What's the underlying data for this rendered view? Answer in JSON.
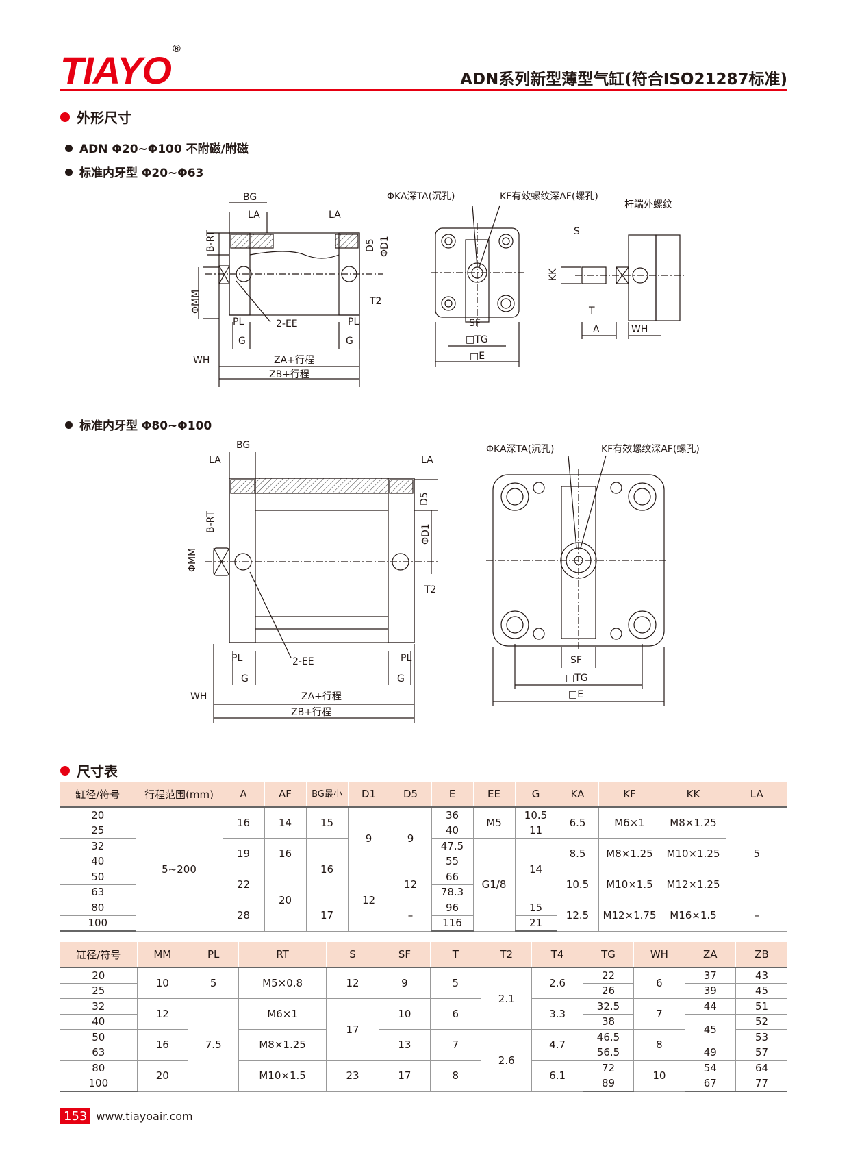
{
  "brand": {
    "name": "TIAYO",
    "reg": "®"
  },
  "header": {
    "title": "ADN系列新型薄型气缸(符合ISO21287标准)"
  },
  "section_dims": "外形尺寸",
  "sub1": "ADN Φ20~Φ100 不附磁/附磁",
  "sub2": "标准内牙型 Φ20~Φ63",
  "sub3": "标准内牙型 Φ80~Φ100",
  "section_table": "尺寸表",
  "drawing_labels": {
    "BG": "BG",
    "LA": "LA",
    "BRT": "B-RT",
    "MM": "ΦMM",
    "D5": "D5",
    "D1": "ΦD1",
    "T2": "T2",
    "PL": "PL",
    "EE": "2-EE",
    "G": "G",
    "WH": "WH",
    "ZA": "ZA+行程",
    "ZB": "ZB+行程",
    "KA": "ΦKA深TA(沉孔)",
    "KF": "KF有效螺纹深AF(螺孔)",
    "SF": "SF",
    "TG": "□TG",
    "E": "□E",
    "rod": "杆端外螺纹",
    "S": "S",
    "KK": "KK",
    "T": "T",
    "A": "A"
  },
  "table1": {
    "headers": [
      "缸径/符号",
      "行程范围(mm)",
      "A",
      "AF",
      "BG最小",
      "D1",
      "D5",
      "E",
      "EE",
      "G",
      "KA",
      "KF",
      "KK",
      "LA"
    ],
    "bores": [
      "20",
      "25",
      "32",
      "40",
      "50",
      "63",
      "80",
      "100"
    ],
    "stroke": "5~200",
    "A": [
      "16",
      "19",
      "22",
      "28"
    ],
    "AF": [
      "14",
      "16",
      "20"
    ],
    "BG": [
      "15",
      "16",
      "17"
    ],
    "D1": [
      "9",
      "12"
    ],
    "D5": [
      "9",
      "12",
      "–"
    ],
    "E": [
      "36",
      "40",
      "47.5",
      "55",
      "66",
      "78.3",
      "96",
      "116"
    ],
    "EE": [
      "M5",
      "G1/8"
    ],
    "G": [
      "10.5",
      "11",
      "14",
      "15",
      "21"
    ],
    "KA": [
      "6.5",
      "8.5",
      "10.5",
      "12.5"
    ],
    "KF": [
      "M6×1",
      "M8×1.25",
      "M10×1.5",
      "M12×1.75"
    ],
    "KK": [
      "M8×1.25",
      "M10×1.25",
      "M12×1.25",
      "M16×1.5"
    ],
    "LA": [
      "5",
      "–"
    ]
  },
  "table2": {
    "headers": [
      "缸径/符号",
      "MM",
      "PL",
      "RT",
      "S",
      "SF",
      "T",
      "T2",
      "T4",
      "TG",
      "WH",
      "ZA",
      "ZB"
    ],
    "bores": [
      "20",
      "25",
      "32",
      "40",
      "50",
      "63",
      "80",
      "100"
    ],
    "MM": [
      "10",
      "12",
      "16",
      "20"
    ],
    "PL": [
      "5",
      "7.5"
    ],
    "RT": [
      "M5×0.8",
      "M6×1",
      "M8×1.25",
      "M10×1.5"
    ],
    "S": [
      "12",
      "17",
      "23"
    ],
    "SF": [
      "9",
      "10",
      "13",
      "17"
    ],
    "T": [
      "5",
      "6",
      "7",
      "8"
    ],
    "T2": [
      "2.1",
      "2.6"
    ],
    "T4": [
      "2.6",
      "3.3",
      "4.7",
      "6.1"
    ],
    "TG": [
      "22",
      "26",
      "32.5",
      "38",
      "46.5",
      "56.5",
      "72",
      "89"
    ],
    "WH": [
      "6",
      "7",
      "8",
      "10"
    ],
    "ZA": [
      "37",
      "39",
      "44",
      "45",
      "49",
      "54",
      "67"
    ],
    "ZB": [
      "43",
      "45",
      "51",
      "52",
      "53",
      "57",
      "64",
      "77"
    ]
  },
  "footer": {
    "page": "153",
    "url": "www.tiayoair.com"
  }
}
